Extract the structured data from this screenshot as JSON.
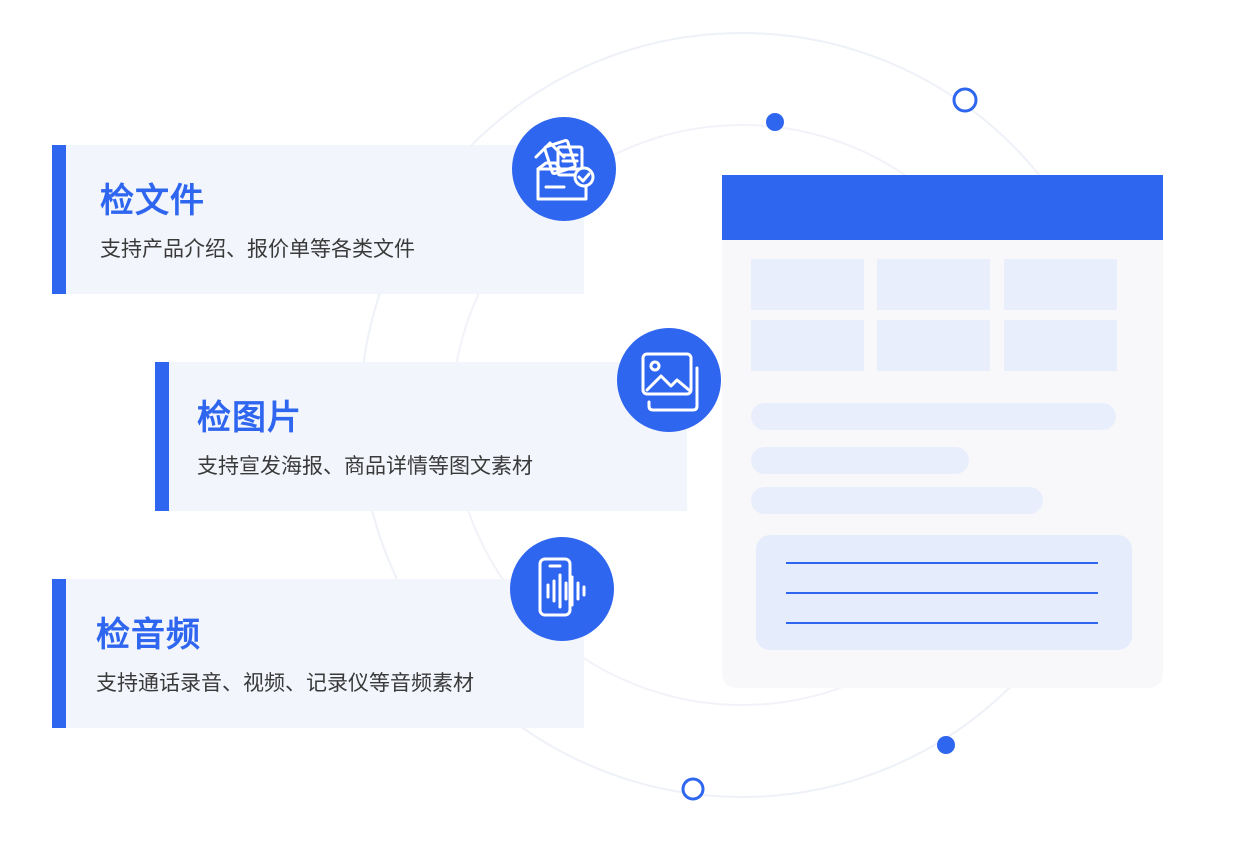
{
  "cards": [
    {
      "title": "检文件",
      "desc": "支持产品介绍、报价单等各类文件",
      "icon": "file-folder-icon"
    },
    {
      "title": "检图片",
      "desc": "支持宣发海报、商品详情等图文素材",
      "icon": "image-gallery-icon"
    },
    {
      "title": "检音频",
      "desc": "支持通话录音、视频、记录仪等音频素材",
      "icon": "audio-phone-icon"
    }
  ],
  "colors": {
    "accent": "#2f66f0",
    "card_bg": "#f2f5fc",
    "doc_bg": "#f8f8fa",
    "doc_block": "#e8eefc",
    "text": "#3a3a3a"
  }
}
